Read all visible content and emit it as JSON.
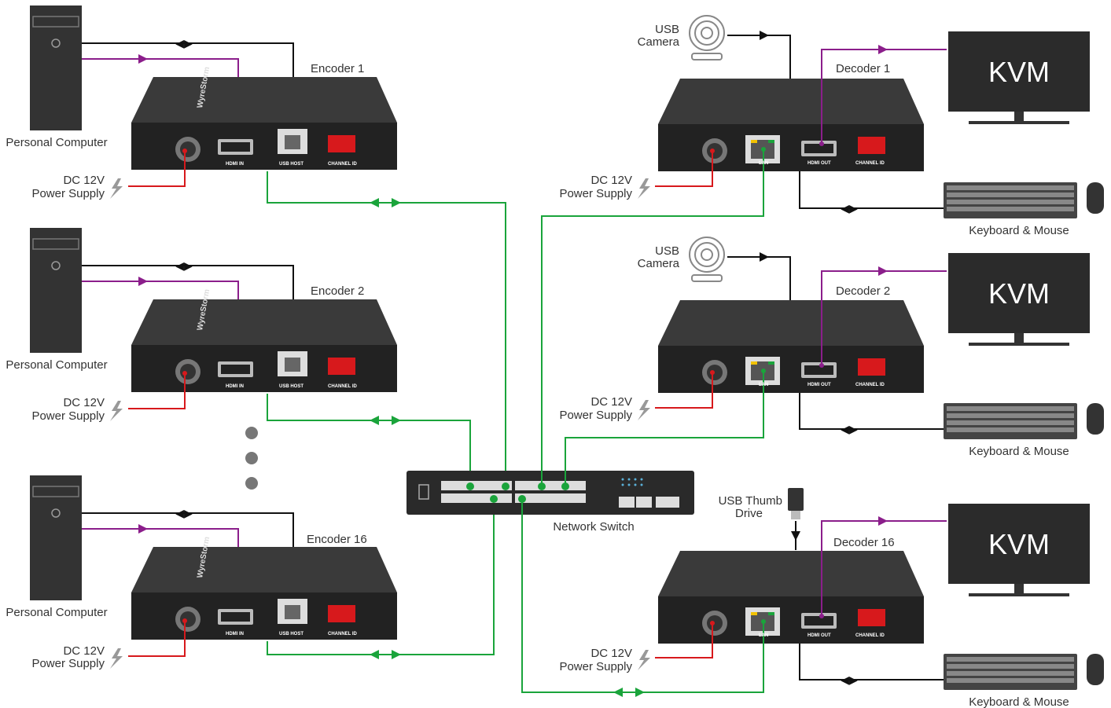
{
  "pc_label": "Personal Computer",
  "power": {
    "line1": "DC 12V",
    "line2": "Power Supply"
  },
  "encoders": [
    {
      "label": "Encoder 1"
    },
    {
      "label": "Encoder 2"
    },
    {
      "label": "Encoder 16"
    }
  ],
  "decoders": [
    {
      "label": "Decoder 1"
    },
    {
      "label": "Decoder 2"
    },
    {
      "label": "Decoder 16"
    }
  ],
  "encoder_ports": {
    "hdmi": "HDMI IN",
    "usb": "USB HOST",
    "channel": "CHANNEL ID"
  },
  "decoder_ports": {
    "lan": "LAN",
    "hdmi": "HDMI OUT",
    "channel": "CHANNEL ID"
  },
  "brand": "WyreStorm",
  "camera": {
    "line1": "USB",
    "line2": "Camera"
  },
  "thumb": {
    "line1": "USB Thumb",
    "line2": "Drive"
  },
  "kvm_label": "KVM",
  "keyboard_label": "Keyboard & Mouse",
  "switch_label": "Network Switch",
  "colors": {
    "usb": "#111111",
    "hdmi": "#8b1e8b",
    "power": "#d7191c",
    "network": "#1aa43b",
    "device": "#2a2a2a"
  },
  "icons": [
    "lightning-icon",
    "webcam-icon",
    "usb-drive-icon",
    "ellipsis-dots"
  ]
}
